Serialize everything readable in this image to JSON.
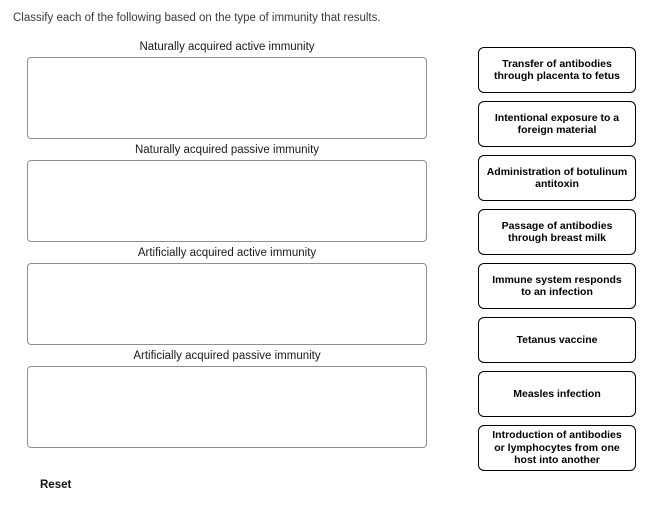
{
  "title": "Classify each of the following based on the type of immunity that results.",
  "zones": [
    {
      "label": "Naturally acquired active immunity"
    },
    {
      "label": "Naturally acquired passive immunity"
    },
    {
      "label": "Artificially acquired active immunity"
    },
    {
      "label": "Artificially acquired passive immunity"
    }
  ],
  "cards": [
    {
      "label": "Transfer of antibodies through placenta to fetus"
    },
    {
      "label": "Intentional exposure to a foreign material"
    },
    {
      "label": "Administration of botulinum antitoxin"
    },
    {
      "label": "Passage of antibodies through breast milk"
    },
    {
      "label": "Immune system responds to an infection"
    },
    {
      "label": "Tetanus vaccine"
    },
    {
      "label": "Measles infection"
    },
    {
      "label": "Introduction of antibodies or lymphocytes from one host into another"
    }
  ],
  "reset": {
    "label": "Reset"
  },
  "colors": {
    "zone_border": "#8f8f8f",
    "card_border": "#000000",
    "title_text": "#3b3b3b"
  }
}
